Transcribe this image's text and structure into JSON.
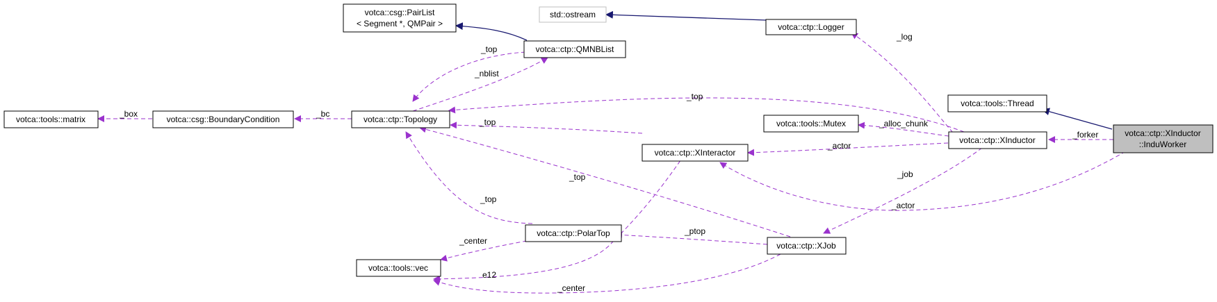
{
  "nodes": {
    "pairlist": {
      "lines": [
        "votca::csg::PairList",
        "< Segment *, QMPair >"
      ],
      "interactable": true
    },
    "ostream": {
      "lines": [
        "std::ostream"
      ],
      "interactable": false
    },
    "logger": {
      "lines": [
        "votca::ctp::Logger"
      ],
      "interactable": true
    },
    "qmnblist": {
      "lines": [
        "votca::ctp::QMNBList"
      ],
      "interactable": true
    },
    "thread": {
      "lines": [
        "votca::tools::Thread"
      ],
      "interactable": true
    },
    "matrix": {
      "lines": [
        "votca::tools::matrix"
      ],
      "interactable": true
    },
    "boundary": {
      "lines": [
        "votca::csg::BoundaryCondition"
      ],
      "interactable": true
    },
    "topology": {
      "lines": [
        "votca::ctp::Topology"
      ],
      "interactable": true
    },
    "mutex": {
      "lines": [
        "votca::tools::Mutex"
      ],
      "interactable": true
    },
    "xinductor": {
      "lines": [
        "votca::ctp::XInductor"
      ],
      "interactable": true
    },
    "induworker": {
      "lines": [
        "votca::ctp::XInductor",
        "::InduWorker"
      ],
      "interactable": false
    },
    "xinteractor": {
      "lines": [
        "votca::ctp::XInteractor"
      ],
      "interactable": true
    },
    "polartop": {
      "lines": [
        "votca::ctp::PolarTop"
      ],
      "interactable": true
    },
    "xjob": {
      "lines": [
        "votca::ctp::XJob"
      ],
      "interactable": true
    },
    "vec": {
      "lines": [
        "votca::tools::vec"
      ],
      "interactable": true
    }
  },
  "edges": {
    "pairlist_qmnblist": {
      "label": ""
    },
    "ostream_logger": {
      "label": ""
    },
    "thread_induworker": {
      "label": ""
    },
    "qmnblist_topology_top": {
      "label": "_top"
    },
    "topology_qmnblist_nblist": {
      "label": "_nblist"
    },
    "logger_xinductor_log": {
      "label": "_log"
    },
    "xinductor_topology_top": {
      "label": "_top"
    },
    "matrix_boundary_box": {
      "label": "_box"
    },
    "boundary_topology_bc": {
      "label": "_bc"
    },
    "xinteractor_topology_top": {
      "label": "_top"
    },
    "mutex_xinductor_alloc": {
      "label": "_alloc_chunk"
    },
    "xinteractor_xinductor_actor": {
      "label": "_actor"
    },
    "xinductor_induworker_forker": {
      "label": "_forker"
    },
    "xjob_topology_top": {
      "label": "_top"
    },
    "xjob_xinductor_job": {
      "label": "_job"
    },
    "xinteractor_induworker_actor": {
      "label": "_actor"
    },
    "polartop_topology_top": {
      "label": "_top"
    },
    "polartop_xjob_ptop": {
      "label": "_ptop"
    },
    "vec_polartop_center": {
      "label": "_center"
    },
    "vec_xinteractor_e12": {
      "label": "e12"
    },
    "vec_xjob_center": {
      "label": "_center"
    }
  }
}
